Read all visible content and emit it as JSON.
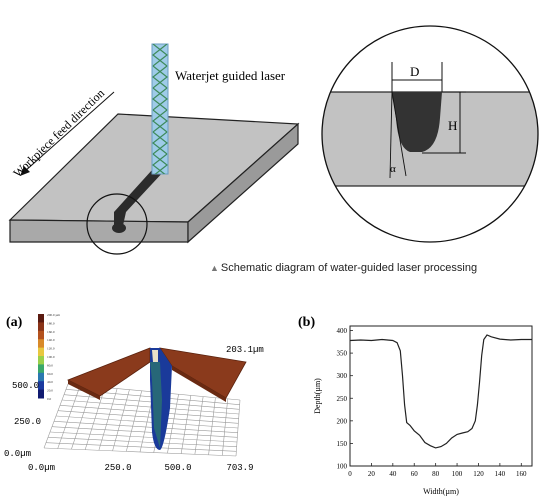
{
  "schematic": {
    "waterjet_label": "Waterjet guided laser",
    "feed_label": "Workpiece feed direction",
    "caption": "Schematic diagram of water-guided laser processing",
    "caption_marker": "▲"
  },
  "inset": {
    "width_label": "D",
    "depth_label": "H",
    "angle_label": "α"
  },
  "panel_a": {
    "label": "(a)",
    "z_max_label": "203.1µm",
    "y_ticks": [
      "500.0",
      "250.0",
      "0.0µm"
    ],
    "x_ticks": [
      "0.0µm",
      "250.0",
      "500.0",
      "703.9"
    ],
    "colorbar": {
      "ticks": [
        "200.0 µm",
        "180.0",
        "160.0",
        "140.0",
        "120.0",
        "100.0",
        "80.0",
        "60.0",
        "40.0",
        "20.0",
        "0.0"
      ],
      "colors": [
        "#5a1a10",
        "#8a3418",
        "#b4521e",
        "#d88a2a",
        "#e8c840",
        "#9ad04a",
        "#3aa86a",
        "#2a78b0",
        "#1a3aa0",
        "#101a70"
      ]
    },
    "surface_color": "#8a3a1c"
  },
  "panel_b": {
    "label": "(b)",
    "chart_data": {
      "type": "line",
      "title": "",
      "xlabel": "Width(µm)",
      "ylabel": "Depth(µm)",
      "xlim": [
        0,
        170
      ],
      "ylim": [
        100,
        410
      ],
      "x_ticks": [
        0,
        20,
        40,
        60,
        80,
        100,
        120,
        140,
        160
      ],
      "y_ticks": [
        100,
        150,
        200,
        250,
        300,
        350,
        400
      ],
      "series": [
        {
          "x": [
            0,
            10,
            20,
            30,
            35,
            40,
            44,
            47,
            49,
            51,
            53,
            56,
            60,
            65,
            70,
            75,
            80,
            85,
            90,
            95,
            100,
            105,
            110,
            114,
            117,
            119,
            121,
            123,
            125,
            128,
            132,
            140,
            150,
            160,
            170
          ],
          "y": [
            378,
            379,
            378,
            380,
            379,
            378,
            373,
            355,
            300,
            235,
            196,
            190,
            178,
            168,
            152,
            145,
            140,
            143,
            150,
            162,
            170,
            173,
            176,
            183,
            200,
            235,
            285,
            345,
            380,
            390,
            386,
            381,
            379,
            380,
            380
          ]
        }
      ]
    }
  }
}
